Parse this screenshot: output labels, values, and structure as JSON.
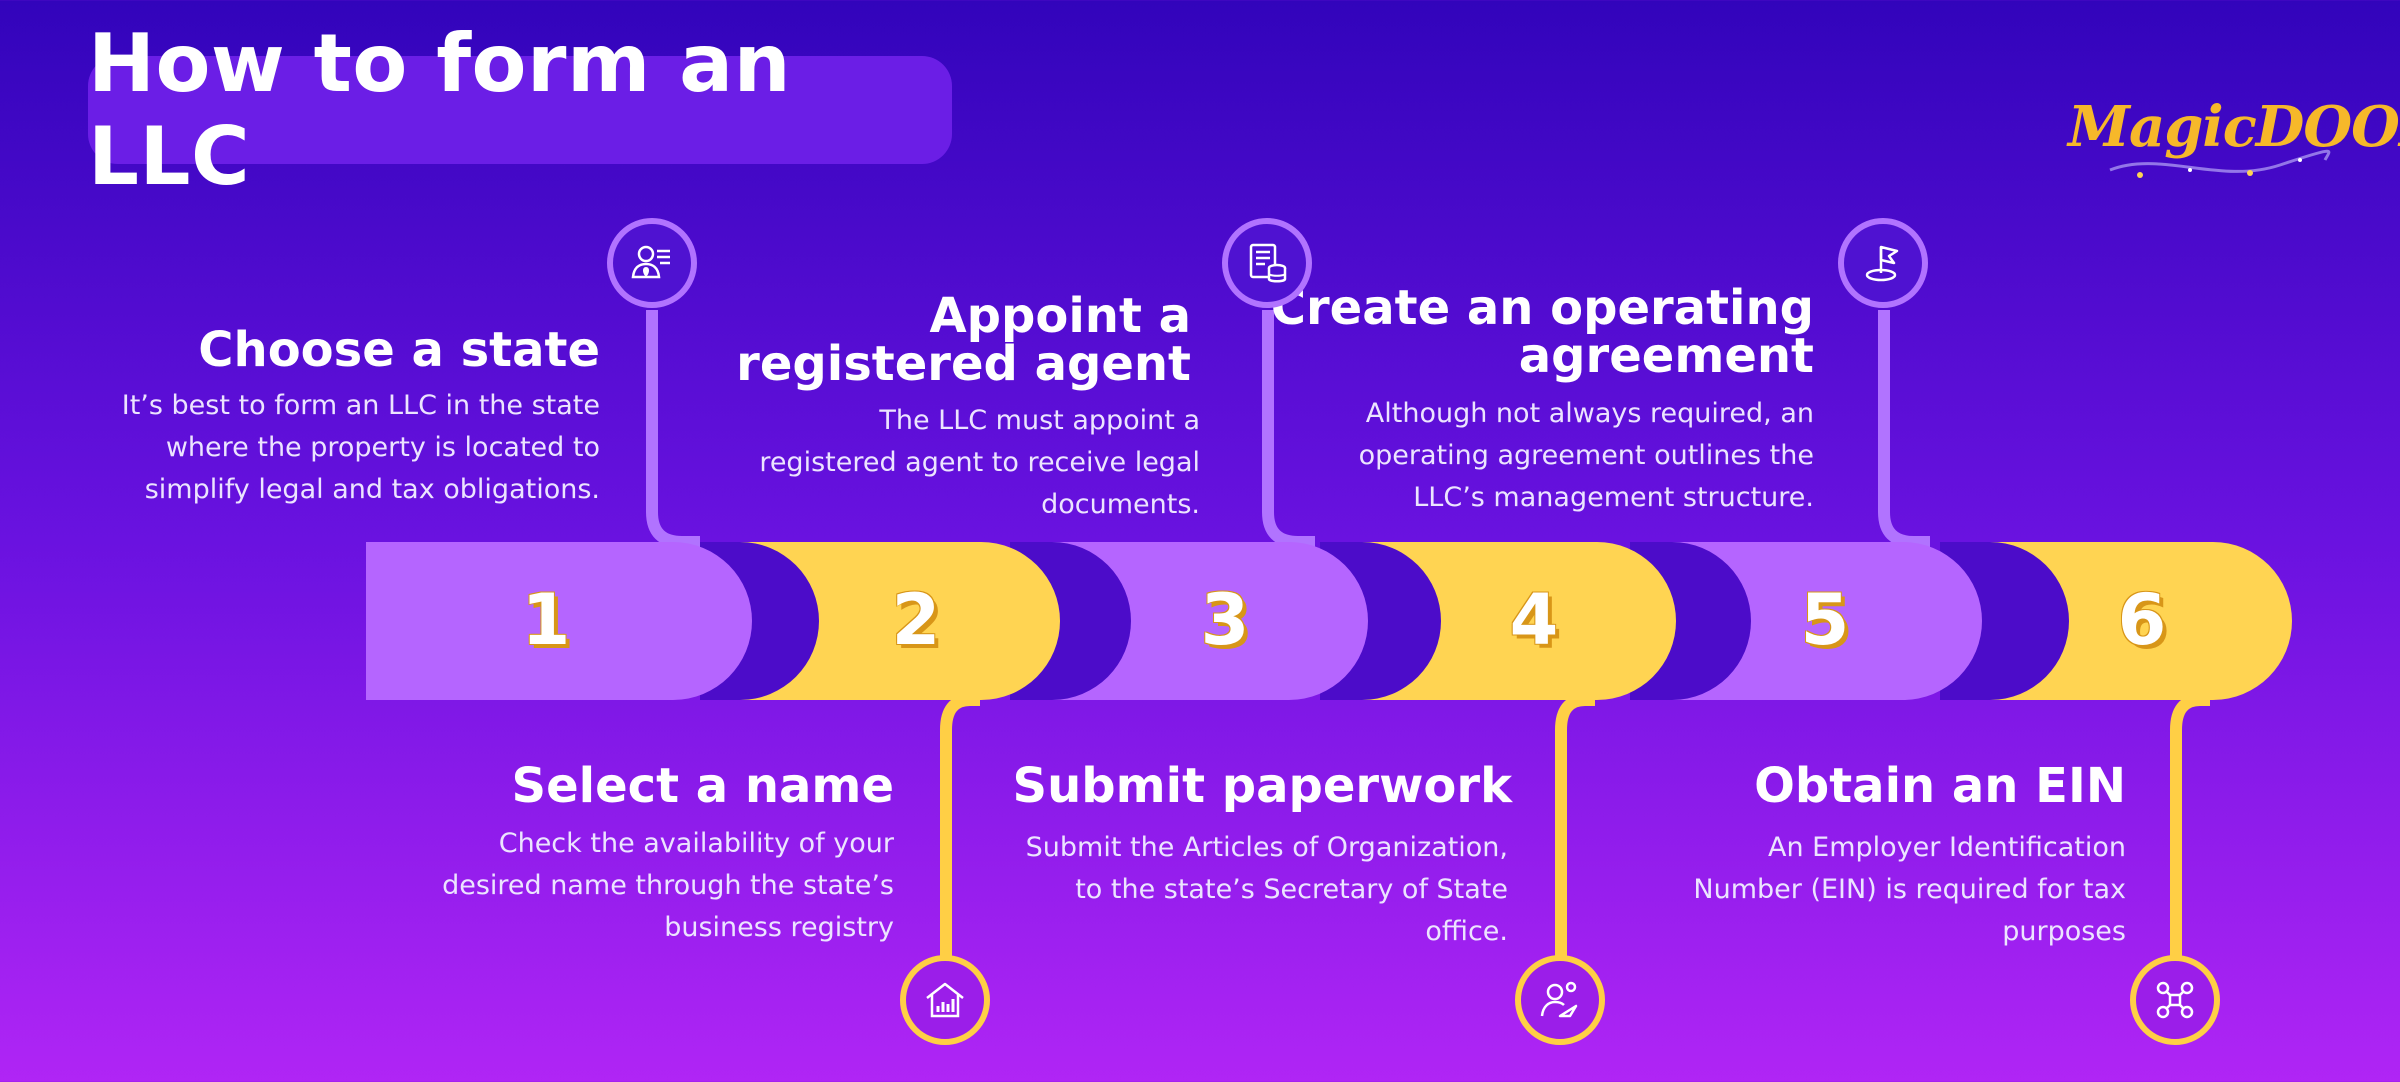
{
  "title": "How to form an LLC",
  "brand": {
    "logo_text": "MagicDOOR",
    "logo_color": "#f6b82a"
  },
  "colors": {
    "purple_segment": "#b565ff",
    "yellow_segment": "#ffd452",
    "background_top": "#3204bb",
    "background_bottom": "#b025f5"
  },
  "steps": [
    {
      "number": "1",
      "title": "Choose a state",
      "description": "It’s best to form an LLC in the state where the property is located to simplify legal and tax obligations.",
      "icon": "agent-location-icon",
      "position": "top"
    },
    {
      "number": "2",
      "title": "Select a name",
      "description": "Check the availability of your desired name through the state’s business registry",
      "icon": "house-chart-icon",
      "position": "bottom"
    },
    {
      "number": "3",
      "title": "Appoint a registered agent",
      "title_line1": "Appoint a",
      "title_line2": "registered agent",
      "description": "The LLC must appoint a registered agent to receive legal documents.",
      "icon": "document-coins-icon",
      "position": "top"
    },
    {
      "number": "4",
      "title": "Submit paperwork",
      "description": "Submit the Articles of Organization, to the state’s Secretary of State office.",
      "icon": "user-send-icon",
      "position": "bottom"
    },
    {
      "number": "5",
      "title": "Create an operating agreement",
      "title_line1": "Create an operating",
      "title_line2": "agreement",
      "description": "Although not always required, an operating agreement outlines the LLC’s management structure.",
      "icon": "flag-goal-icon",
      "position": "top"
    },
    {
      "number": "6",
      "title": "Obtain an EIN",
      "description": "An Employer Identification Number (EIN) is required for tax purposes",
      "icon": "network-nodes-icon",
      "position": "bottom"
    }
  ]
}
